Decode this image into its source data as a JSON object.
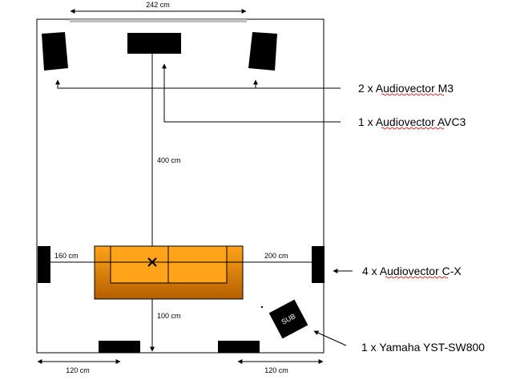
{
  "dimensions": {
    "screen_width": "242 cm",
    "depth_front": "400 cm",
    "left_side": "160 cm",
    "right_side": "200 cm",
    "depth_rear": "100 cm",
    "rear_left": "120 cm",
    "rear_right": "120 cm"
  },
  "labels": {
    "front_speakers": {
      "count": "2 x ",
      "model": "Audiovector M3"
    },
    "center_speaker": {
      "count": "1 x ",
      "model": "Audiovector AVC3"
    },
    "surround_speakers": {
      "count": "4 x ",
      "model": "Audiovector C-X"
    },
    "subwoofer": {
      "count": "1 x ",
      "model": "Yamaha YST-SW800"
    }
  },
  "subwoofer_text": "SUB",
  "colors": {
    "sofa_light": "#ffa31a",
    "sofa_dark": "#b35f00",
    "screen": "#c0c0c0",
    "speaker": "#000000",
    "squiggle": "#d00000"
  }
}
